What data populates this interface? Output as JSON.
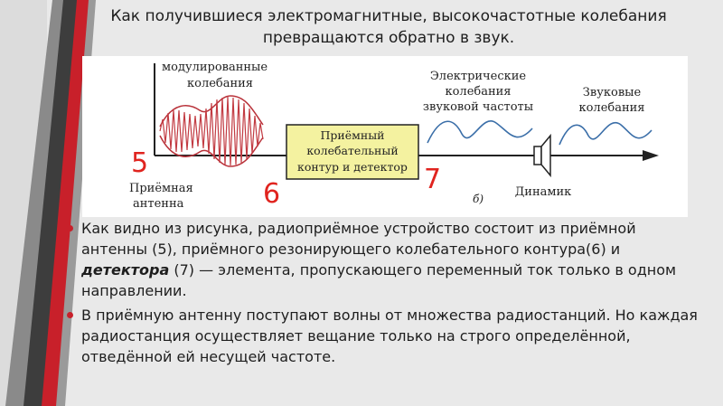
{
  "slide": {
    "title": "Как получившиеся электромагнитные, высокочастотные колебания превращаются обратно в звук.",
    "figure": {
      "label_modulated_line1": "модулированные",
      "label_modulated_line2": "колебания",
      "label_electric_line1": "Электрические",
      "label_electric_line2": "колебания",
      "label_electric_line3": "звуковой частоты",
      "label_sound_line1": "Звуковые",
      "label_sound_line2": "колебания",
      "box_line1": "Приёмный",
      "box_line2": "колебательный",
      "box_line3": "контур и детектор",
      "label_antenna_line1": "Приёмная",
      "label_antenna_line2": "антенна",
      "label_speaker": "Динамик",
      "label_sub": "б)",
      "number_antenna": "5",
      "number_circuit": "6",
      "number_detector": "7"
    },
    "bullets": [
      {
        "before": "Как видно из рисунка, радиоприёмное устройство состоит из приёмной антенны (5), приёмного резонирующего колебательного контура(6) и ",
        "bold": "детектора",
        "after": " (7) — элемента, пропускающего переменный ток только в одном направлении."
      },
      {
        "text": "В приёмную антенну поступают волны от множества радиостанций. Но каждая радиостанция осуществляет вещание только на строго определённой, отведённой ей несущей частоте."
      }
    ],
    "colors": {
      "accent_red": "#c8202a",
      "number_red": "#e0241f",
      "box_yellow": "#f4f2a0",
      "stripe_dark": "#3d3d3d",
      "background": "#e9e9e9"
    }
  }
}
